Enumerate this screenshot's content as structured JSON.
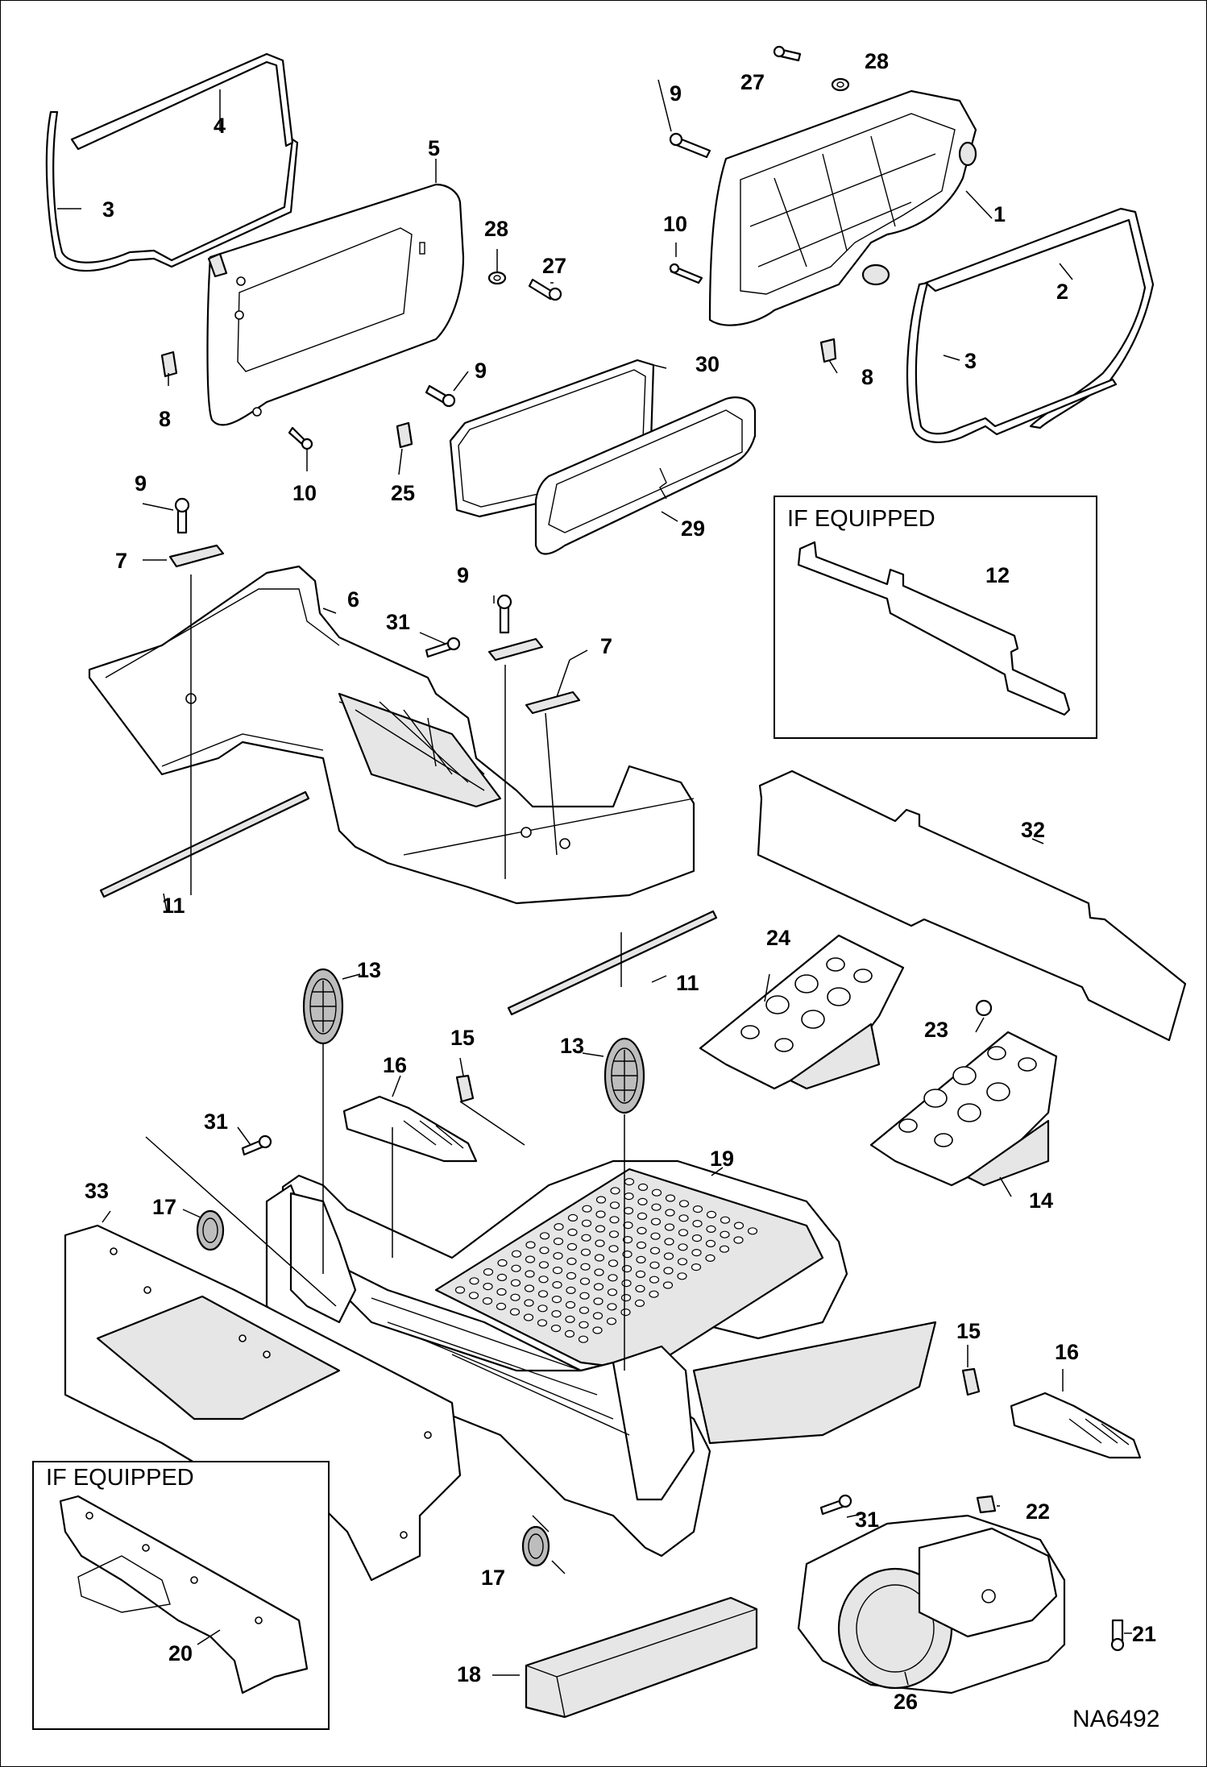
{
  "figure_id": "NA6492",
  "inset_boxes": [
    {
      "title": "IF EQUIPPED"
    },
    {
      "title": "IF EQUIPPED"
    }
  ],
  "callouts": [
    "1",
    "2",
    "3",
    "3",
    "4",
    "5",
    "6",
    "7",
    "7",
    "8",
    "8",
    "9",
    "9",
    "9",
    "9",
    "10",
    "10",
    "11",
    "11",
    "12",
    "13",
    "13",
    "14",
    "15",
    "15",
    "16",
    "16",
    "17",
    "17",
    "18",
    "19",
    "20",
    "21",
    "22",
    "23",
    "24",
    "25",
    "26",
    "27",
    "27",
    "28",
    "28",
    "29",
    "30",
    "31",
    "31",
    "31",
    "32",
    "33"
  ],
  "colors": {
    "line": "#000000",
    "background": "#ffffff",
    "shade": "#e6e6e6"
  }
}
